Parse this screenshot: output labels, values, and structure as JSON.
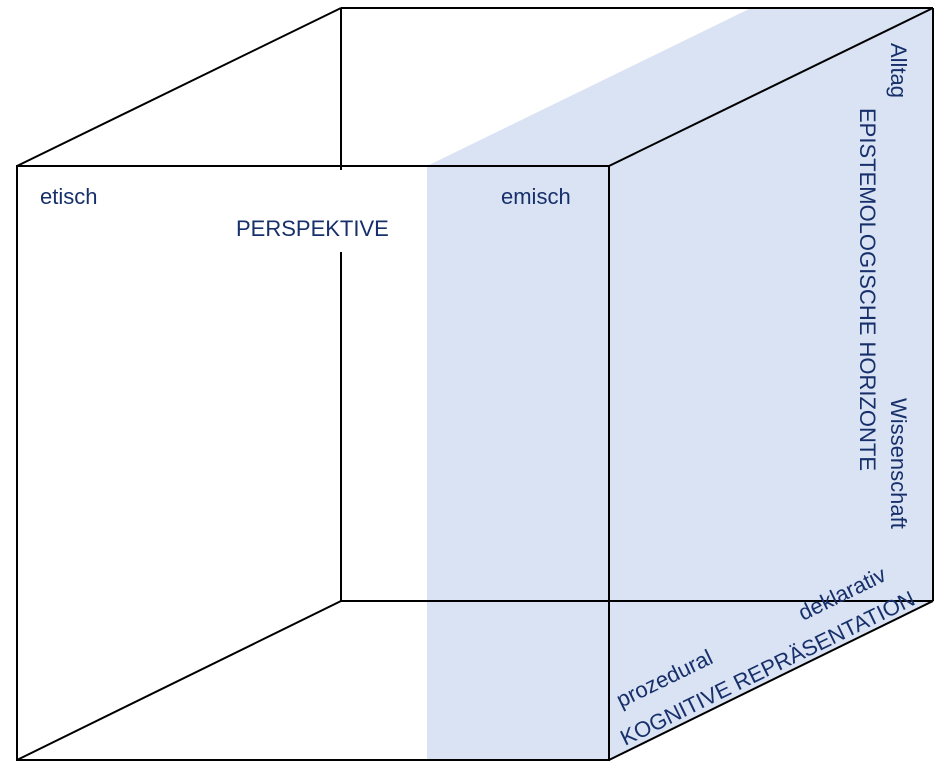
{
  "colors": {
    "shade": "#dae3f3",
    "edge": "#000000",
    "text": "#17306b"
  },
  "perspective": {
    "axis_label": "PERSPEKTIVE",
    "pole_left": "etisch",
    "pole_right": "emisch"
  },
  "epistemological": {
    "axis_label": "EPISTEMOLOGISCHE HORIZONTE",
    "pole_top": "Alltag",
    "pole_bottom": "Wissenschaft"
  },
  "cognitive": {
    "axis_label": "KOGNITIVE REPRÄSENTATION",
    "pole_front": "prozedural",
    "pole_back": "deklarativ"
  }
}
